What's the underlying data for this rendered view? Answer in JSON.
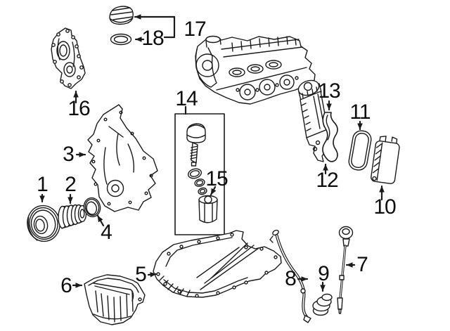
{
  "diagram": {
    "type": "exploded-parts-diagram",
    "subject": "engine-lubrication-and-front-cover-parts",
    "background_color": "#ffffff",
    "line_color": "#1a1a1a",
    "label_color": "#0d0d0d"
  },
  "callouts": [
    {
      "label": "1",
      "part": "crankshaft-pulley"
    },
    {
      "label": "2",
      "part": "crankshaft-damper-hub"
    },
    {
      "label": "3",
      "part": "engine-timing-cover"
    },
    {
      "label": "4",
      "part": "crankshaft-front-seal"
    },
    {
      "label": "5",
      "part": "upper-oil-pan"
    },
    {
      "label": "6",
      "part": "lower-oil-pan"
    },
    {
      "label": "7",
      "part": "oil-level-dipstick"
    },
    {
      "label": "8",
      "part": "dipstick-tube"
    },
    {
      "label": "9",
      "part": "dipstick-tube-seal"
    },
    {
      "label": "10",
      "part": "engine-oil-cooler"
    },
    {
      "label": "11",
      "part": "oil-cooler-seal"
    },
    {
      "label": "12",
      "part": "oil-filter-housing"
    },
    {
      "label": "13",
      "part": "filter-housing-gasket"
    },
    {
      "label": "14",
      "part": "oil-filter-kit"
    },
    {
      "label": "15",
      "part": "oil-filter-element"
    },
    {
      "label": "16",
      "part": "front-cover-plate"
    },
    {
      "label": "17",
      "part": "oil-filler-cap"
    },
    {
      "label": "18",
      "part": "filler-cap-seal"
    }
  ]
}
